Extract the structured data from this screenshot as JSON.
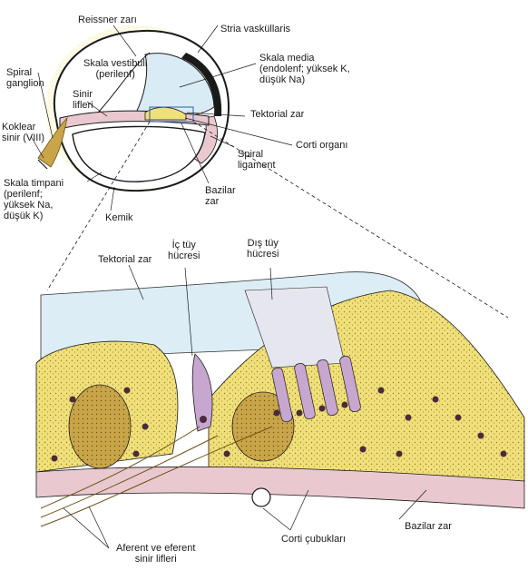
{
  "labels": {
    "reissner": "Reissner zarı",
    "stria": "Stria vasküllaris",
    "scala_vestibuli": "Skala vestibuli\n(perilenf)",
    "scala_media": "Skala media\n(endolenf; yüksek K,\ndüşük Na)",
    "spiral_ganglion": "Spiral\nganglion",
    "nerve_fibers": "Sinir\nlifleri",
    "tectorial_top": "Tektorial zar",
    "cochlear_nerve": "Koklear\nsinir (VIII)",
    "corti_organ": "Corti organı",
    "spiral_ligament": "Spiral\nligament",
    "scala_tympani": "Skala timpani\n(perilenf;\nyüksek Na,\ndüşük K)",
    "basilar_top": "Bazilar\nzar",
    "bone": "Kemik",
    "tectorial_bottom": "Tektorial zar",
    "inner_hair": "İç tüy\nhücresi",
    "outer_hair": "Dış tüy\nhücresi",
    "basilar_bottom": "Bazilar zar",
    "pillars": "Corti çubukları",
    "afferent": "Aferent ve eferent\nsinir lifleri"
  },
  "colors": {
    "perilymph": "#ffffff",
    "endolymph": "#d9ecf5",
    "membrane": "#e9c9cf",
    "tissue": "#efe07a",
    "cell_gold": "#c9a54a",
    "hair_cell": "#c7a7cf",
    "nucleus": "#4a2b3b",
    "outline": "#1a1a1a"
  }
}
